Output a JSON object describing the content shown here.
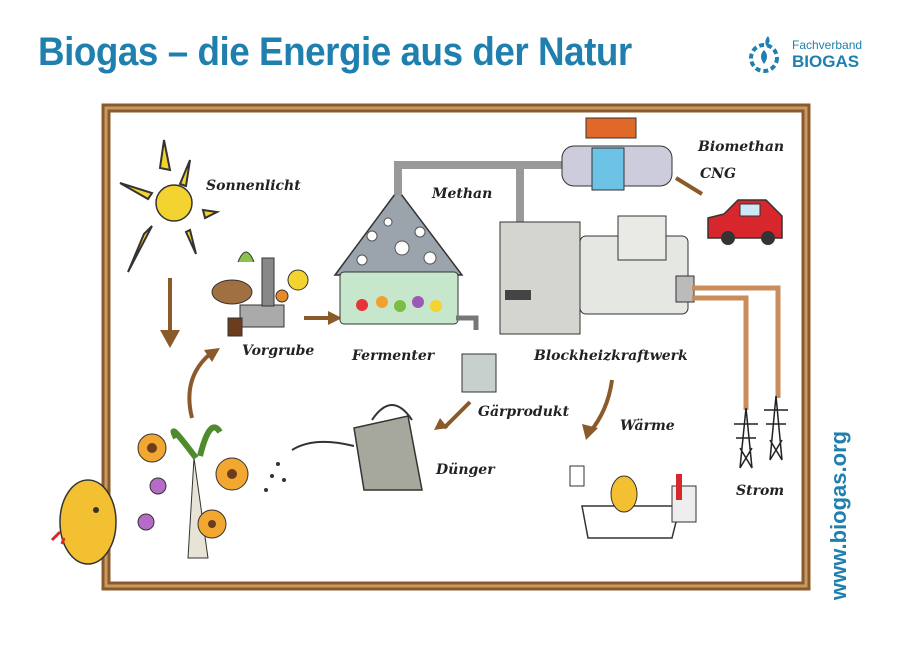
{
  "title": "Biogas – die Energie aus der Natur",
  "logo": {
    "line1": "Fachverband",
    "line2": "BIOGAS"
  },
  "url": "www.biogas.org",
  "labels": {
    "sun": "Sonnenlicht",
    "methane": "Methan",
    "biomethane": "Biomethan",
    "cng": "CNG",
    "pre_pit": "Vorgrube",
    "fermenter": "Fermenter",
    "chp": "Blockheizkraftwerk",
    "digestate": "Gärprodukt",
    "heat": "Wärme",
    "fertilizer": "Dünger",
    "power": "Strom"
  },
  "colors": {
    "brand": "#1f7fae",
    "frame": "#8b5a2b",
    "sun": "#f2d330",
    "car": "#d8262d"
  }
}
